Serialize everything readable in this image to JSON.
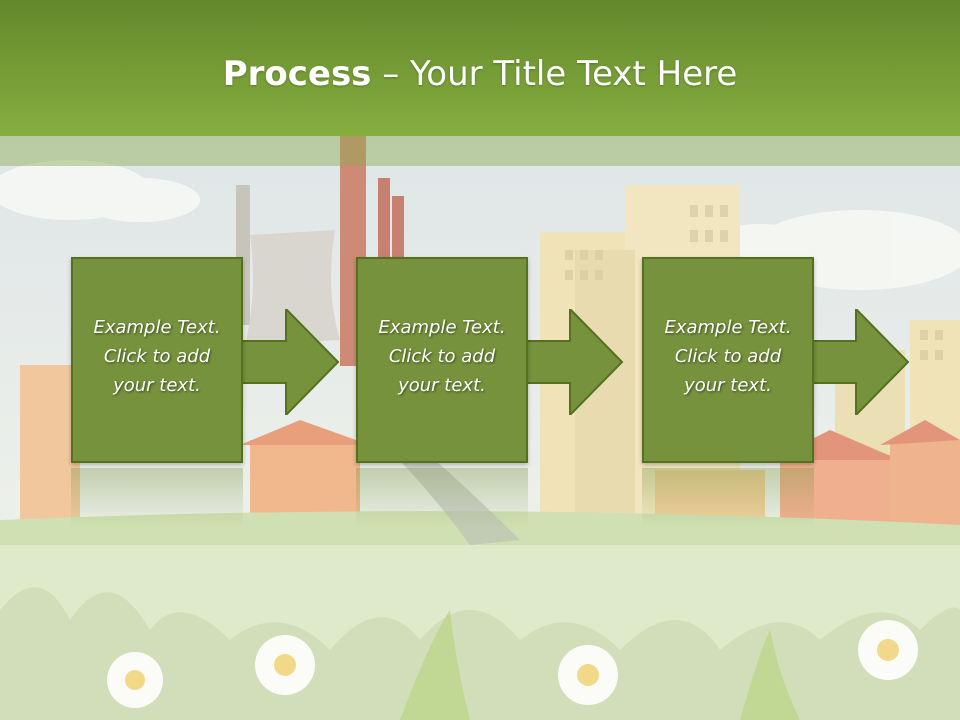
{
  "title": {
    "bold": "Process",
    "rest": " – Your Title Text Here"
  },
  "steps": [
    {
      "line1": "Example Text.",
      "line2": "Click  to add",
      "line3": "your text."
    },
    {
      "line1": "Example Text.",
      "line2": "Click  to add",
      "line3": "your text."
    },
    {
      "line1": "Example Text.",
      "line2": "Click  to add",
      "line3": "your text."
    }
  ],
  "colors": {
    "title_bar_top": "#62882c",
    "title_bar_bottom": "#86ae3f",
    "box_fill": "#76923c",
    "box_border": "#55701f"
  }
}
